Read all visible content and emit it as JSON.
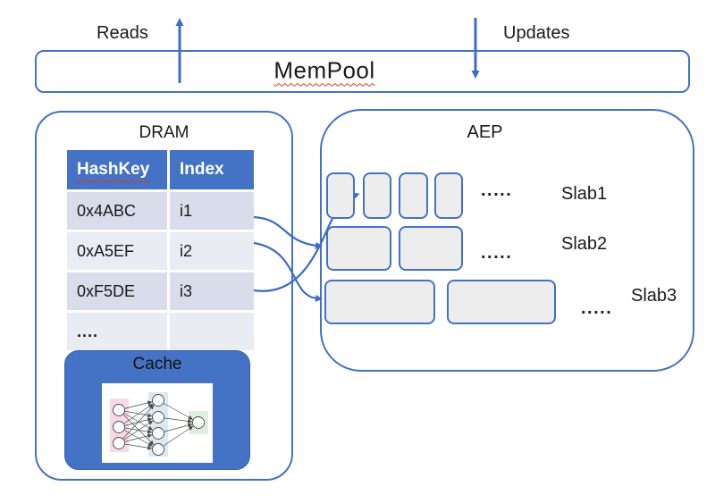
{
  "mempool": {
    "label": "MemPool"
  },
  "flows": {
    "reads": "Reads",
    "updates": "Updates"
  },
  "dram": {
    "title": "DRAM",
    "table": {
      "headers": [
        "HashKey",
        "Index"
      ],
      "rows": [
        {
          "key": "0x4ABC",
          "index": "i1"
        },
        {
          "key": "0xA5EF",
          "index": "i2"
        },
        {
          "key": "0xF5DE",
          "index": "i3"
        },
        {
          "key": "....",
          "index": ""
        }
      ]
    },
    "cache": {
      "title": "Cache"
    }
  },
  "aep": {
    "title": "AEP",
    "slabs": [
      {
        "label": "Slab1",
        "dots": ".....",
        "block_count": 4
      },
      {
        "label": "Slab2",
        "dots": ".....",
        "block_count": 2
      },
      {
        "label": "Slab3",
        "dots": ".....",
        "block_count": 2
      }
    ]
  },
  "colors": {
    "accent_blue": "#4472C4",
    "arrow_blue": "#3E6CC8",
    "table_header_fill": "#4472C4",
    "table_row_odd": "#D8DCEB",
    "table_row_even": "#EAECF4",
    "slab_block_fill": "#EDEDED",
    "cache_fill": "#4472C4",
    "nn_input_strip": "#F9D9E5",
    "nn_hidden_strip": "#D9E9F6",
    "nn_output_strip": "#DFEEDD",
    "spellcheck_red": "#d5392a"
  }
}
